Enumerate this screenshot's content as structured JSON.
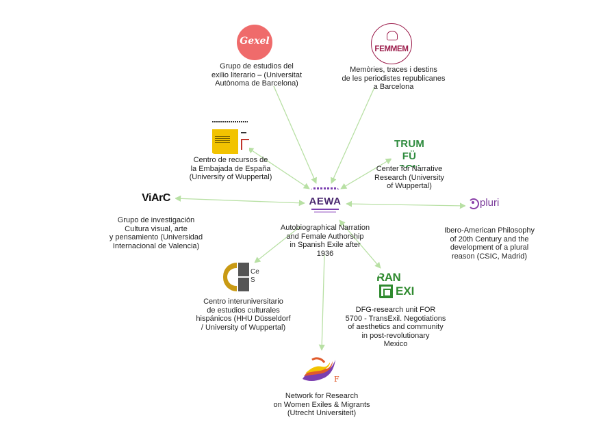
{
  "center": {
    "logo_text": "AEWA",
    "caption_lines": [
      "Autobiographical Narration",
      "and Female Authorship",
      "in Spanish Exile after",
      "1936"
    ]
  },
  "nodes": [
    {
      "id": "gexel",
      "logo_text": "Gexel",
      "caption_lines": [
        "Grupo de estudios del",
        "exilio literario – (Universitat",
        "Autònoma de Barcelona)"
      ]
    },
    {
      "id": "femmem",
      "logo_text": "FEMMEM",
      "caption_lines": [
        "Memòries, traces i destins",
        "de les periodistes republicanes",
        "a Barcelona"
      ]
    },
    {
      "id": "embajada",
      "logo_text": "",
      "caption_lines": [
        "Centro de recursos de",
        "la Embajada de España",
        "(University of Wuppertal)"
      ]
    },
    {
      "id": "narrative",
      "logo_text": "TRUM FÜ RSCHU",
      "caption_lines": [
        "Center for Narrative",
        "Research (University",
        "of Wuppertal)"
      ]
    },
    {
      "id": "viarc",
      "logo_text": "ViArC",
      "caption_lines": [
        "Grupo de investigación",
        "Cultura visual, arte",
        "y pensamiento (Universidad",
        "Internacional de Valencia)"
      ]
    },
    {
      "id": "pluri",
      "logo_text": "pluri",
      "caption_lines": [
        "Ibero-American Philosophy",
        "of 20th Century and the",
        "development of a plural",
        "reason (CSIC, Madrid)"
      ]
    },
    {
      "id": "hhu",
      "logo_text": "Ce S",
      "caption_lines": [
        "Centro interuniversitario",
        "de estudios culturales",
        "hispánicos (HHU Düsseldorf",
        "/ University of Wuppertal)"
      ]
    },
    {
      "id": "transexil",
      "logo_text": "RAN EXI",
      "caption_lines": [
        "DFG-research unit FOR",
        "5700 - TransExil. Negotiations",
        "of aesthetics and community",
        "in post-revolutionary",
        "Mexico"
      ]
    },
    {
      "id": "utrecht",
      "logo_text": "F",
      "caption_lines": [
        "Network for Research",
        "on Women Exiles & Migrants",
        "(Utrecht Universiteit)"
      ]
    }
  ],
  "colors": {
    "arrow": "#b8e0a4",
    "gexel": "#ef6b6b",
    "femmem": "#9b1b4a",
    "aewa_purple": "#7b3fb0",
    "narrative_green": "#2e8b3e",
    "transexil_green": "#2f8a2f",
    "pluri_purple": "#8a3fa8",
    "embajada_yellow": "#f2c300",
    "hhu_gold": "#c99a14",
    "hhu_gray": "#555555"
  }
}
